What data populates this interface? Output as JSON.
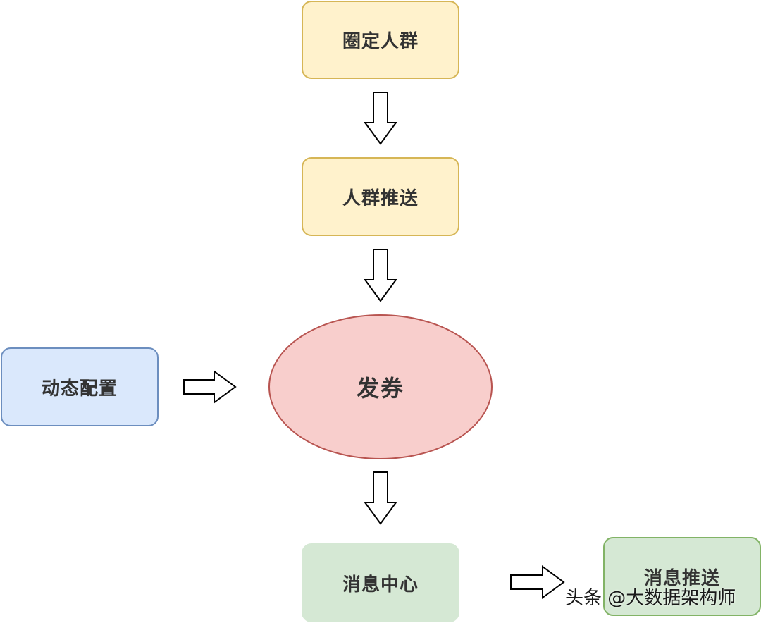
{
  "nodes": {
    "select_crowd": "圈定人群",
    "crowd_push": "人群推送",
    "issue_coupon": "发券",
    "dynamic_config": "动态配置",
    "message_center": "消息中心",
    "message_push": "消息推送"
  },
  "watermark": "头条 @大数据架构师",
  "colors": {
    "yellow_fill": "#fff2cc",
    "yellow_stroke": "#d6b656",
    "red_fill": "#f8cecc",
    "red_stroke": "#b85450",
    "blue_fill": "#dae8fc",
    "blue_stroke": "#6c8ebf",
    "green_fill": "#d5e8d4",
    "green_stroke": "#82b366"
  }
}
